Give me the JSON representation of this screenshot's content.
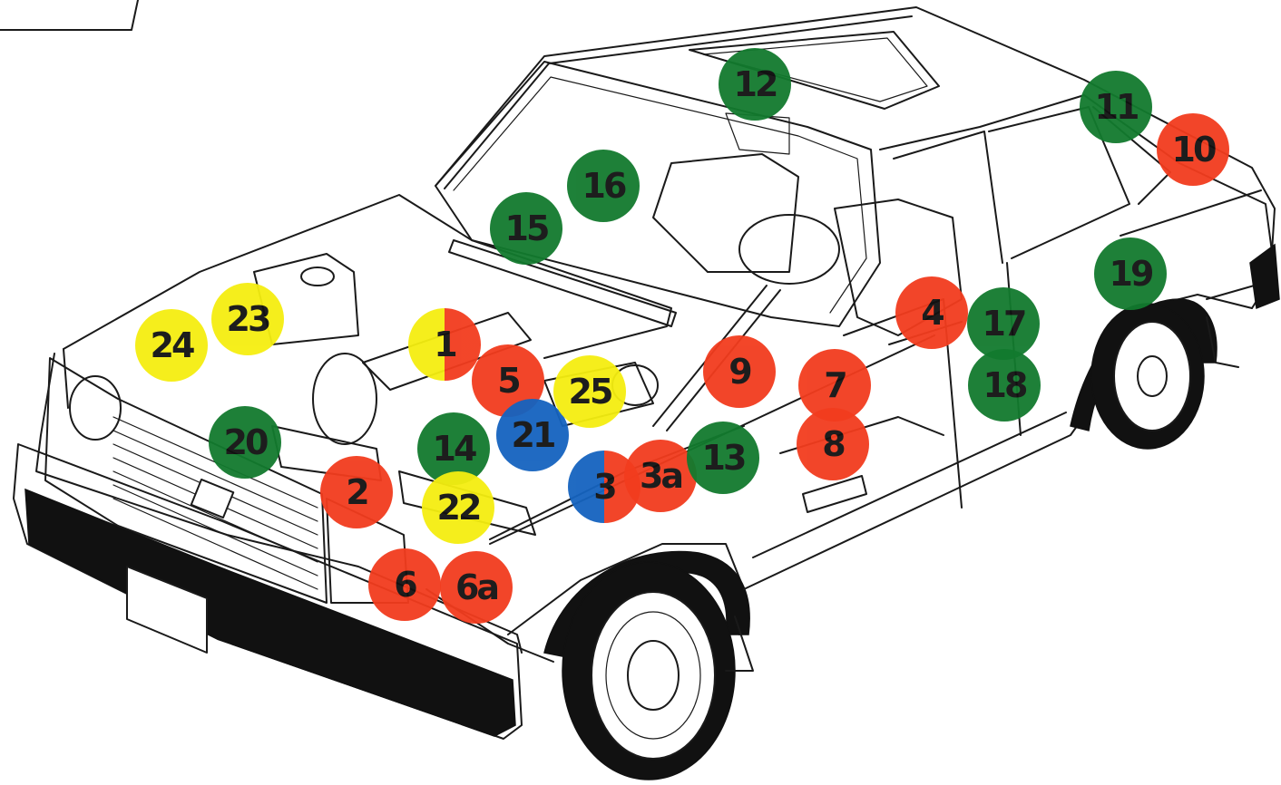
{
  "colors": {
    "red": "#f23c1e",
    "green": "#127a2e",
    "yellow": "#f5ee10",
    "blue": "#1563bf"
  },
  "markers": [
    {
      "id": "1",
      "label": "1",
      "colors": [
        "yellow",
        "red"
      ]
    },
    {
      "id": "2",
      "label": "2",
      "colors": [
        "red"
      ]
    },
    {
      "id": "3",
      "label": "3",
      "colors": [
        "blue",
        "red"
      ]
    },
    {
      "id": "3a",
      "label": "3a",
      "colors": [
        "red"
      ]
    },
    {
      "id": "4",
      "label": "4",
      "colors": [
        "red"
      ]
    },
    {
      "id": "5",
      "label": "5",
      "colors": [
        "red"
      ]
    },
    {
      "id": "6",
      "label": "6",
      "colors": [
        "red"
      ]
    },
    {
      "id": "6a",
      "label": "6a",
      "colors": [
        "red"
      ]
    },
    {
      "id": "7",
      "label": "7",
      "colors": [
        "red"
      ]
    },
    {
      "id": "8",
      "label": "8",
      "colors": [
        "red"
      ]
    },
    {
      "id": "9",
      "label": "9",
      "colors": [
        "red"
      ]
    },
    {
      "id": "10",
      "label": "10",
      "colors": [
        "red"
      ]
    },
    {
      "id": "11",
      "label": "11",
      "colors": [
        "green"
      ]
    },
    {
      "id": "12",
      "label": "12",
      "colors": [
        "green"
      ]
    },
    {
      "id": "13",
      "label": "13",
      "colors": [
        "green"
      ]
    },
    {
      "id": "14",
      "label": "14",
      "colors": [
        "green"
      ]
    },
    {
      "id": "15",
      "label": "15",
      "colors": [
        "green"
      ]
    },
    {
      "id": "16",
      "label": "16",
      "colors": [
        "green"
      ]
    },
    {
      "id": "17",
      "label": "17",
      "colors": [
        "green"
      ]
    },
    {
      "id": "18",
      "label": "18",
      "colors": [
        "green"
      ]
    },
    {
      "id": "19",
      "label": "19",
      "colors": [
        "green"
      ]
    },
    {
      "id": "20",
      "label": "20",
      "colors": [
        "green"
      ]
    },
    {
      "id": "21",
      "label": "21",
      "colors": [
        "blue"
      ]
    },
    {
      "id": "22",
      "label": "22",
      "colors": [
        "yellow"
      ]
    },
    {
      "id": "23",
      "label": "23",
      "colors": [
        "yellow"
      ]
    },
    {
      "id": "24",
      "label": "24",
      "colors": [
        "yellow"
      ]
    },
    {
      "id": "25",
      "label": "25",
      "colors": [
        "yellow"
      ]
    }
  ]
}
